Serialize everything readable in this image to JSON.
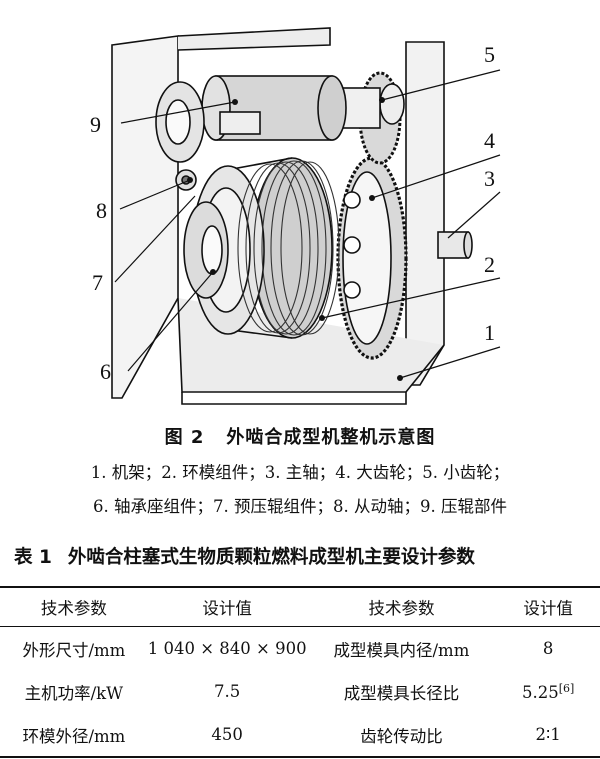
{
  "figure": {
    "callouts": [
      "1",
      "2",
      "3",
      "4",
      "5",
      "6",
      "7",
      "8",
      "9"
    ]
  },
  "caption": {
    "number": "图 2",
    "title": "外啮合成型机整机示意图"
  },
  "legend": {
    "line1": "1. 机架；2. 环模组件；3. 主轴；4. 大齿轮；5. 小齿轮；",
    "line2": "6. 轴承座组件；7. 预压辊组件；8. 从动轴；9. 压辊部件"
  },
  "table": {
    "number": "表 1",
    "title": "外啮合柱塞式生物质颗粒燃料成型机主要设计参数",
    "headers": [
      "技术参数",
      "设计值",
      "技术参数",
      "设计值"
    ],
    "rows": [
      [
        "外形尺寸/mm",
        "1 040 × 840 × 900",
        "成型模具内径/mm",
        "8"
      ],
      [
        "主机功率/kW",
        "7.5",
        "成型模具长径比",
        "5.25"
      ],
      [
        "环模外径/mm",
        "450",
        "齿轮传动比",
        "2∶1"
      ]
    ],
    "ref_mark": "[6]"
  }
}
